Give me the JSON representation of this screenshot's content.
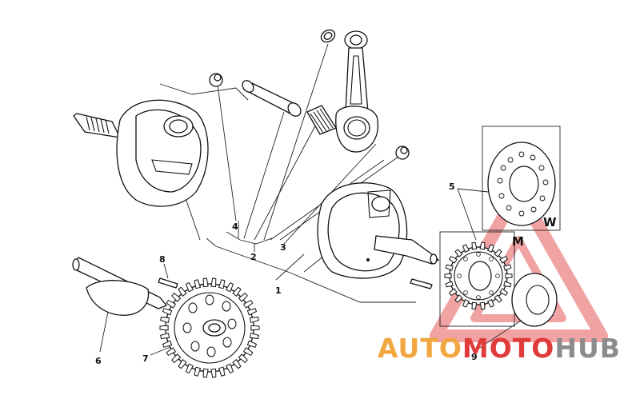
{
  "callouts": {
    "c1": "1",
    "c2": "2",
    "c3": "3",
    "c4": "4",
    "c5": "5",
    "c6": "6",
    "c7": "7",
    "c8": "8",
    "c9": "9",
    "variant_w": "W",
    "variant_m": "M"
  },
  "watermark": {
    "part1": "AUTO",
    "part2": "MOTO",
    "part3": "HUB",
    "colors": {
      "orange": "#f2a640",
      "red": "#e03a3a",
      "gray": "#8c8c8c"
    }
  }
}
